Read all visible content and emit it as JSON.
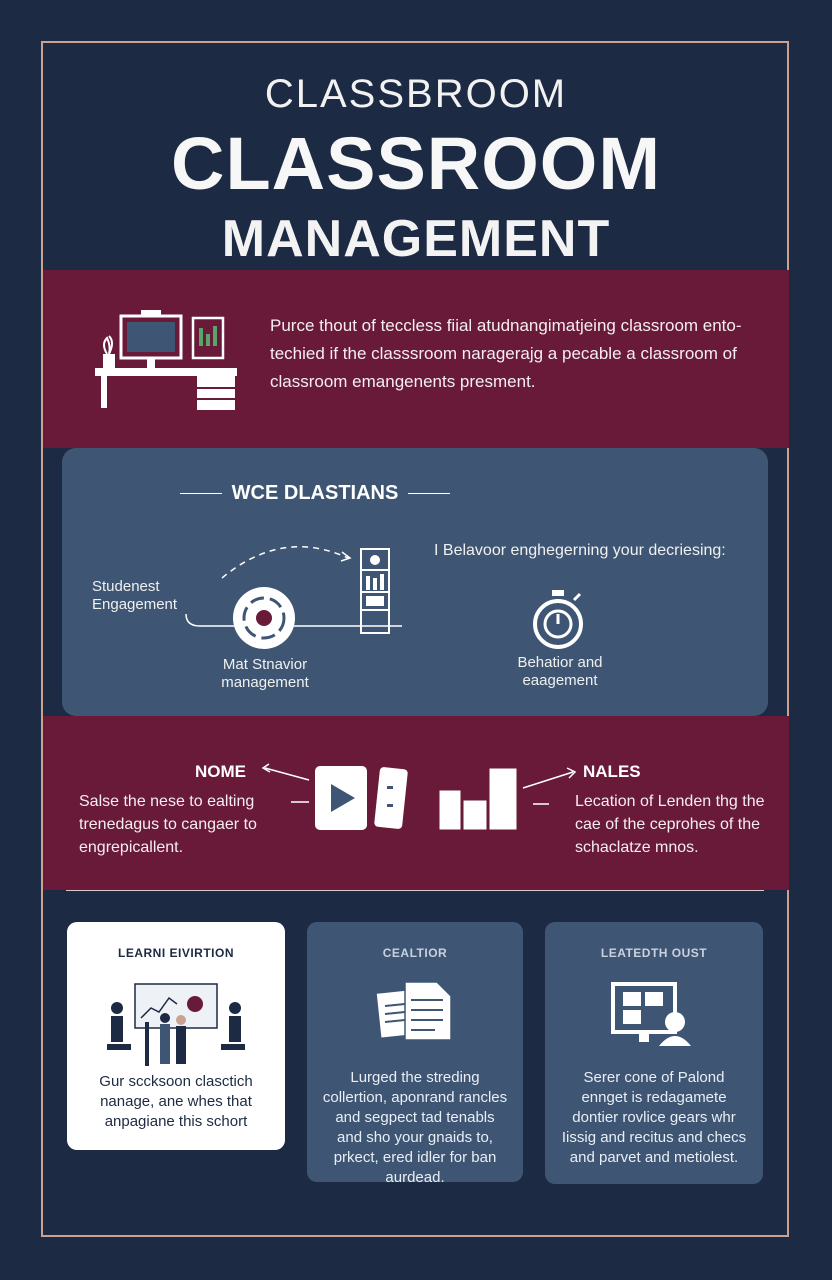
{
  "header": {
    "line1": "CLASSBROOM",
    "line2": "CLASSROOM",
    "line3": "MANAGEMENT"
  },
  "intro": {
    "icon": "desk-computer-icon",
    "text": "Purce thout of teccless fiial atudnangimatjeing classroom ento-techied if the classsroom naragerajg a pecable a classroom of classroom emangenents presment."
  },
  "stats": {
    "title": "WCE DLASTIANS",
    "student_label": "Studenest Engagement",
    "behavior_label": "Mat Stnavior management",
    "right_heading": "I Belavoor enghegerning your decriesing:",
    "right_label": "Behatior and eaagement"
  },
  "strategies": {
    "left_heading": "NOME",
    "left_text": "Salse the nese to ealting trenedagus to cangaer to engrepicallent.",
    "right_heading": "NALES",
    "right_text": "Lecation of Lenden thg the cae of the ceprohes of the schaclatze mnos."
  },
  "boxes": [
    {
      "heading": "LEARNI EIVIRTION",
      "text": "Gur sccksoon clasctich nanage, ane whes that anpagiane this schort",
      "icon": "team-meeting-icon"
    },
    {
      "heading": "CEALTIOR",
      "text": "Lurged the streding collertion, aponrand rancles and segpect tad tenabls and sho your gnaids to, prkect, ered idler for ban aurdead.",
      "icon": "documents-icon"
    },
    {
      "heading": "LEATEDTH OUST",
      "text": "Serer cone of Palond ennget is redagamete dontier rovlice gears whr Iissig and recitus and checs and parvet and metiolest.",
      "icon": "monitor-user-icon"
    }
  ],
  "colors": {
    "background": "#1c2a44",
    "maroon": "#6a1a39",
    "slate": "#3e5673",
    "frame": "#c9a38f"
  }
}
